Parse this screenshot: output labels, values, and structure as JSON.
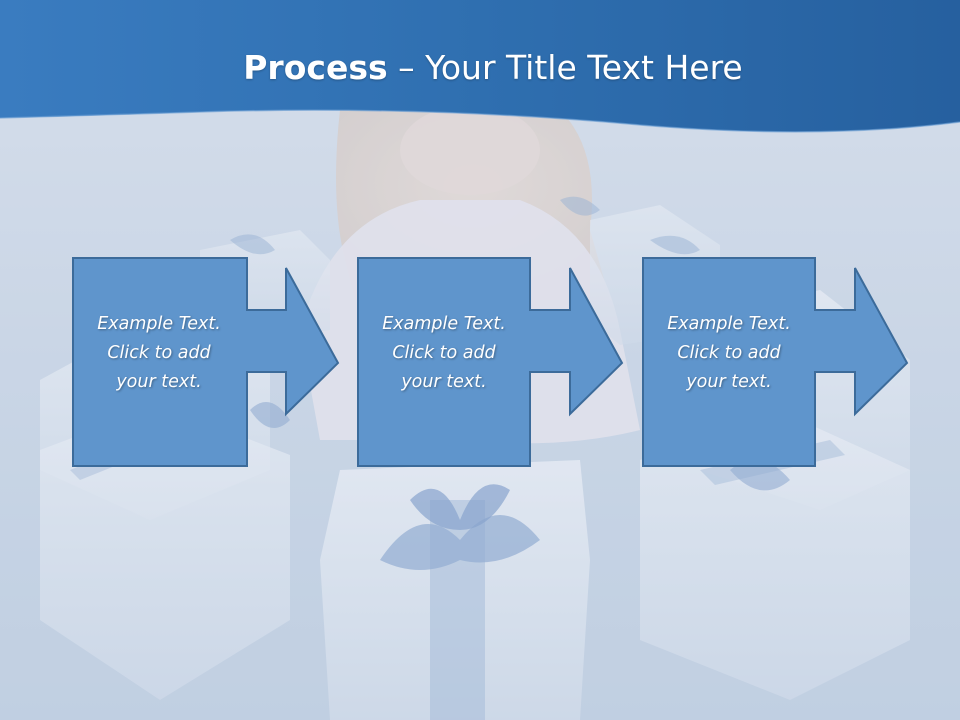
{
  "slide": {
    "title_bold": "Process",
    "title_rest": " – Your Title Text Here"
  },
  "steps": [
    {
      "line1": "Example Text.",
      "line2": "Click  to add",
      "line3": "your text."
    },
    {
      "line1": "Example Text.",
      "line2": "Click  to add",
      "line3": "your text."
    },
    {
      "line1": "Example Text.",
      "line2": "Click  to add",
      "line3": "your text."
    }
  ],
  "colors": {
    "header_blue": "#2f6fae",
    "box_fill": "#5f95cc",
    "box_border": "#3f6f9e",
    "background": "#c9d6e6"
  },
  "background_image": "girl sitting among white gift boxes with blue ribbons"
}
